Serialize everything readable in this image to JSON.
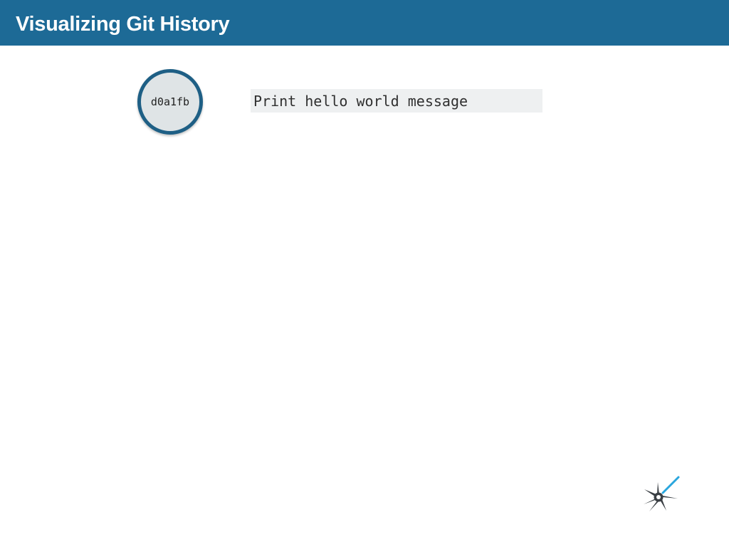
{
  "slide": {
    "title": "Visualizing Git History"
  },
  "commit": {
    "hash": "d0a1fb",
    "message": "Print hello world message"
  },
  "colors": {
    "header": "#1d6a96",
    "node_border": "#1e5f85",
    "node_fill": "#dfe4e6",
    "message_bg": "#eef0f1",
    "logo_dark": "#3a3f44",
    "logo_accent": "#2aa6dd"
  },
  "icons": {
    "logo": "compass-star-logo-icon"
  }
}
